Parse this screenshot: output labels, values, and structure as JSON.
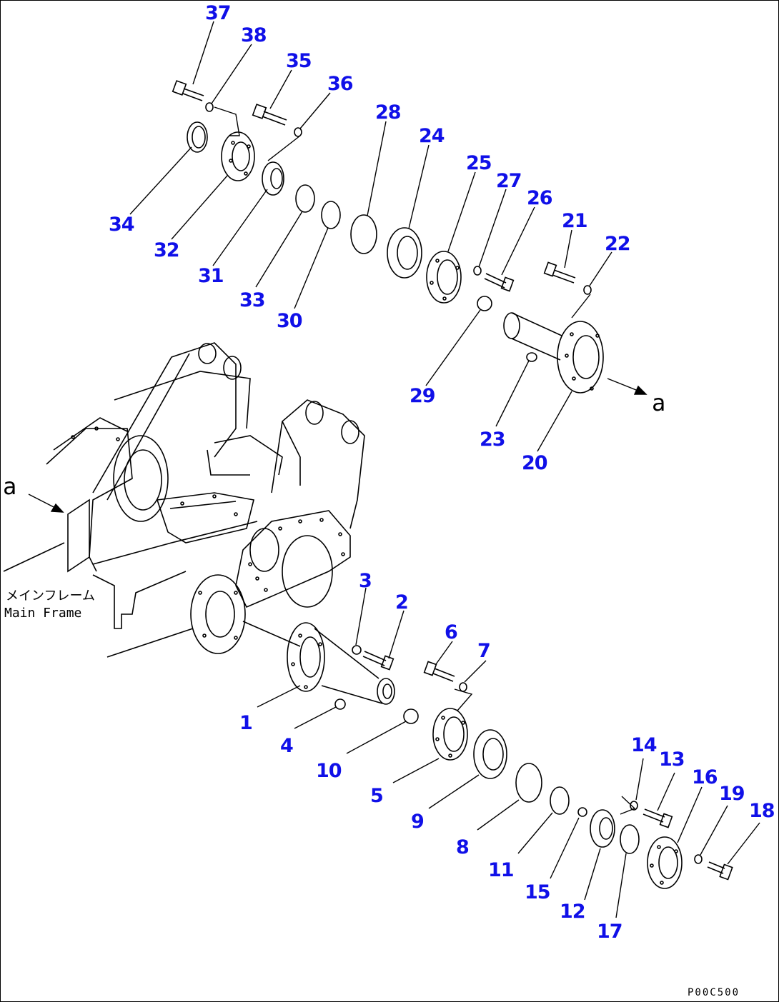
{
  "colors": {
    "callout": "#1010e8",
    "line": "#000000",
    "background": "#ffffff"
  },
  "labels": {
    "view_a_left": "a",
    "view_a_right": "a",
    "frame_jp": "メインフレーム",
    "frame_en": "Main Frame",
    "drawing_code": "P00C500"
  },
  "callouts": [
    "1",
    "2",
    "3",
    "4",
    "5",
    "6",
    "7",
    "8",
    "9",
    "10",
    "11",
    "12",
    "13",
    "14",
    "15",
    "16",
    "17",
    "18",
    "19",
    "20",
    "21",
    "22",
    "23",
    "24",
    "25",
    "26",
    "27",
    "28",
    "29",
    "30",
    "31",
    "32",
    "33",
    "34",
    "35",
    "36",
    "37",
    "38"
  ]
}
